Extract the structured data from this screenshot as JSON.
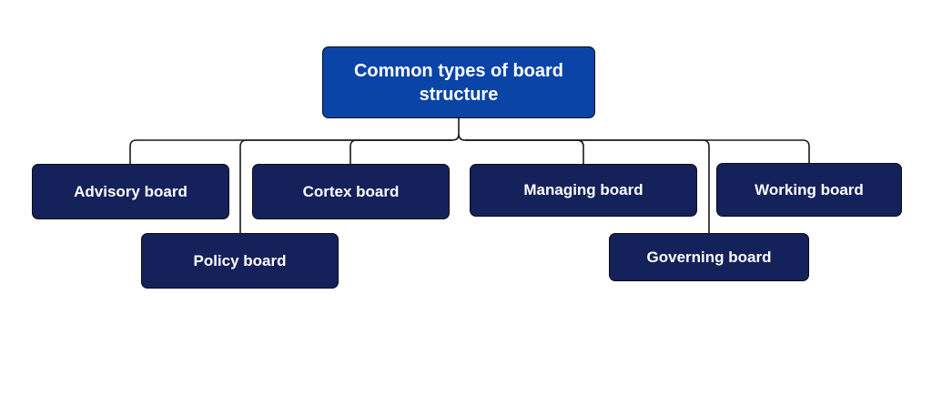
{
  "diagram": {
    "root": {
      "label": "Common types of board structure"
    },
    "children": [
      {
        "id": "advisory",
        "label": "Advisory board"
      },
      {
        "id": "policy",
        "label": "Policy board"
      },
      {
        "id": "cortex",
        "label": "Cortex board"
      },
      {
        "id": "managing",
        "label": "Managing board"
      },
      {
        "id": "governing",
        "label": "Governing board"
      },
      {
        "id": "working",
        "label": "Working board"
      }
    ],
    "colors": {
      "root_fill": "#0a44a6",
      "child_fill": "#15215a",
      "text": "#ffffff",
      "connector": "#1a1a1a",
      "border": "#0d0d0d"
    }
  }
}
